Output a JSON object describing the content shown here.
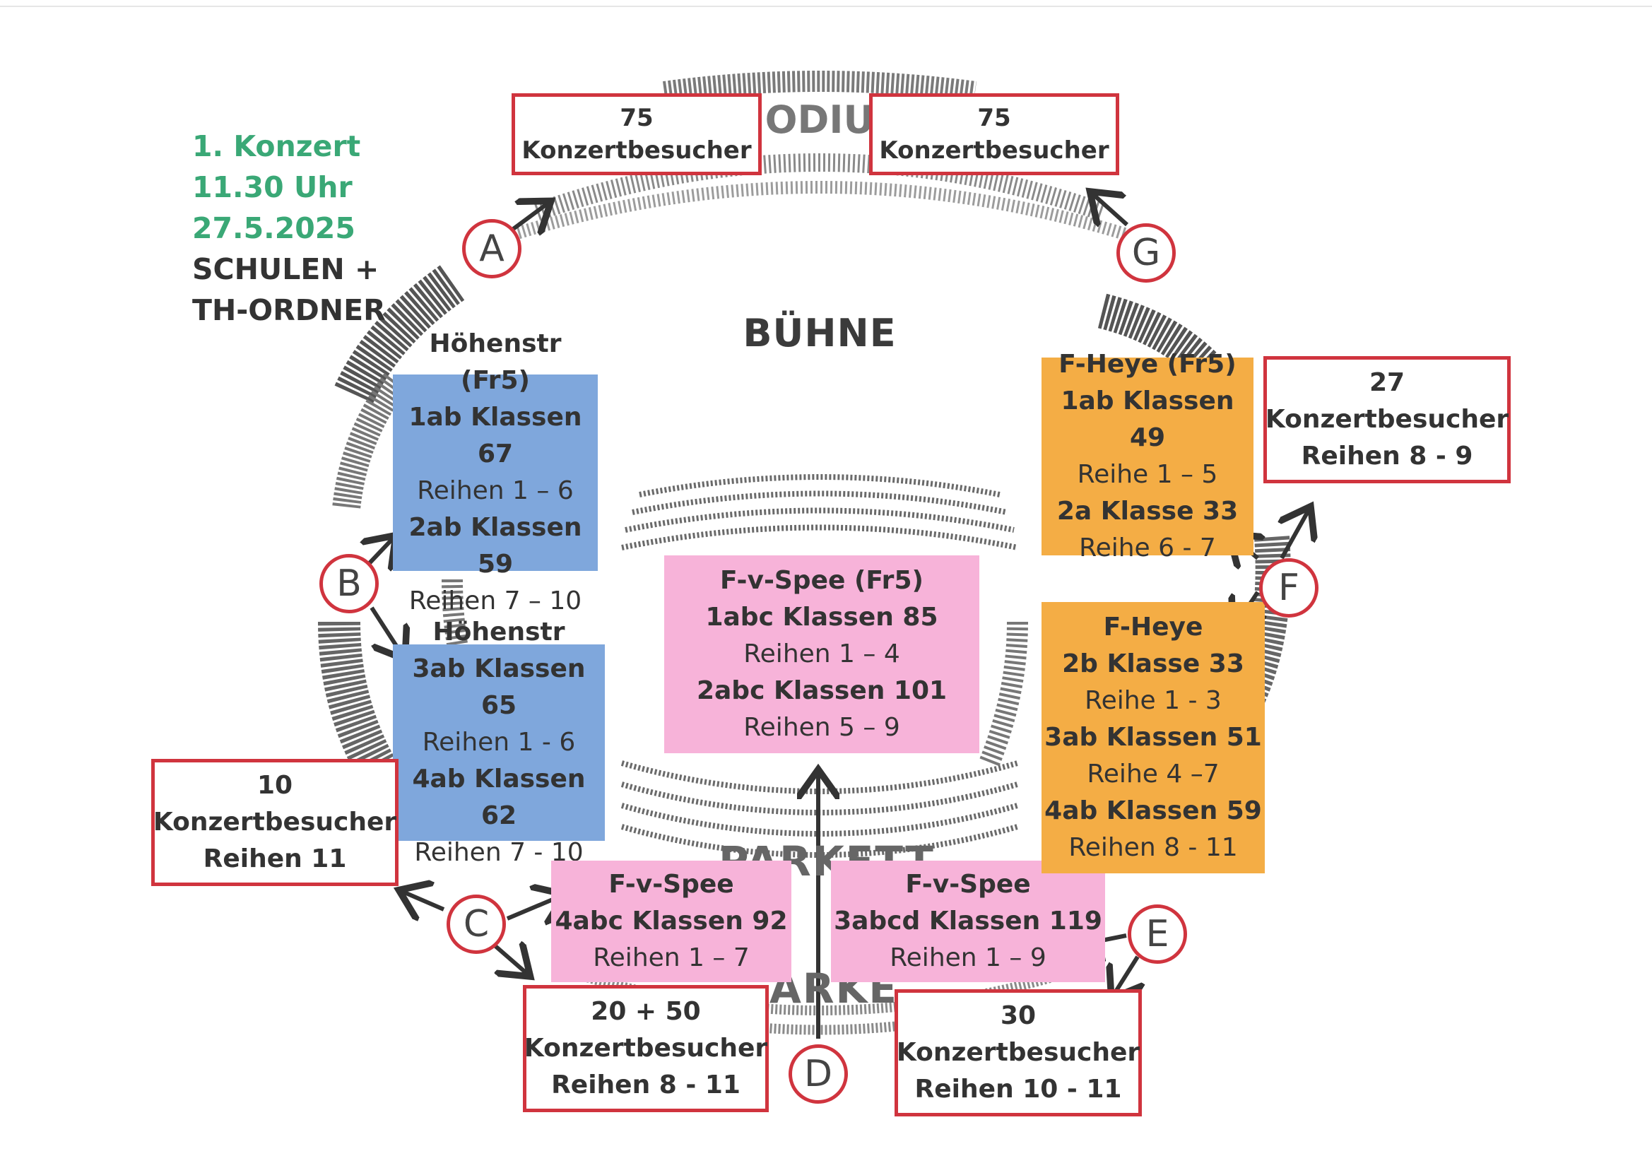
{
  "info": {
    "concert": "1. Konzert",
    "time": "11.30 Uhr",
    "date": "27.5.2025",
    "line4": "SCHULEN +",
    "line5": "TH-ORDNER"
  },
  "labels": {
    "stage": "BÜHNE",
    "podium": "ODIU",
    "parkett_upper": "PARKETT",
    "parkett_lower": "ARKE"
  },
  "groups": {
    "hoehenstr_fr5": [
      "Höhenstr (Fr5)",
      "1ab Klassen 67",
      "Reihen 1 – 6",
      "2ab Klassen 59",
      "Reihen 7 – 10"
    ],
    "hoehenstr": [
      "Höhenstr",
      "3ab Klassen 65",
      "Reihen 1 - 6",
      "4ab Klassen 62",
      "Reihen 7 - 10"
    ],
    "fvspee_fr5": [
      "F-v-Spee (Fr5)",
      "1abc Klassen 85",
      "Reihen 1 – 4",
      "2abc Klassen 101",
      "Reihen 5 – 9"
    ],
    "fvspee_4abc": [
      "F-v-Spee",
      "4abc Klassen 92",
      "Reihen 1 – 7"
    ],
    "fvspee_3abcd": [
      "F-v-Spee",
      "3abcd Klassen 119",
      "Reihen 1 – 9"
    ],
    "fheye_fr5": [
      "F-Heye (Fr5)",
      "1ab Klassen 49",
      "Reihe 1 – 5",
      "2a Klasse 33",
      "Reihe 6 - 7"
    ],
    "fheye": [
      "F-Heye",
      "2b Klasse 33",
      "Reihe 1 - 3",
      "3ab Klassen 51",
      "Reihe 4 –7",
      "4ab Klassen 59",
      "Reihen 8 - 11"
    ]
  },
  "visitors": {
    "a": [
      "75",
      "Konzertbesucher"
    ],
    "g": [
      "75",
      "Konzertbesucher"
    ],
    "f": [
      "27",
      "Konzertbesucher",
      "Reihen 8 - 9"
    ],
    "b": [
      "10",
      "Konzertbesucher",
      "Reihen 11"
    ],
    "c": [
      "20 + 50",
      "Konzertbesucher",
      "Reihen 8 - 11"
    ],
    "e": [
      "30",
      "Konzertbesucher",
      "Reihen 10 - 11"
    ]
  },
  "entrances": [
    "A",
    "B",
    "C",
    "D",
    "E",
    "F",
    "G"
  ],
  "colors": {
    "blue": "#7fa7dc",
    "orange": "#f4ad45",
    "pink": "#f7b3d9",
    "red": "#d0343e",
    "green": "#3aa876"
  }
}
